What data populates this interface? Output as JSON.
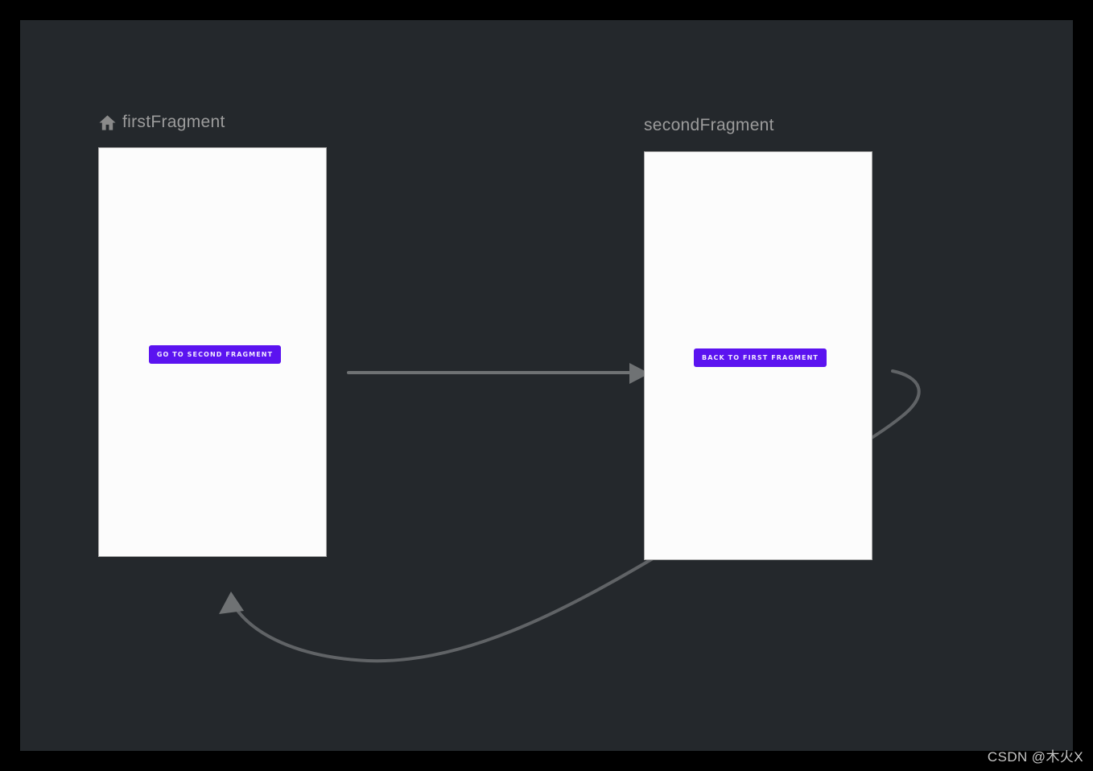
{
  "editor": {
    "type": "navigation-graph",
    "background_color": "#24282c",
    "outer_background_color": "#000000"
  },
  "fragments": [
    {
      "id": "firstFragment",
      "label": "firstFragment",
      "is_start_destination": true,
      "start_icon": "home-icon",
      "button_label": "GO TO SECOND FRAGMENT"
    },
    {
      "id": "secondFragment",
      "label": "secondFragment",
      "is_start_destination": false,
      "button_label": "BACK TO FIRST FRAGMENT"
    }
  ],
  "actions": [
    {
      "from": "firstFragment",
      "to": "secondFragment",
      "shape": "straight-right-arrow"
    },
    {
      "from": "secondFragment",
      "to": "firstFragment",
      "shape": "loop-around-bottom-arrow"
    }
  ],
  "colors": {
    "button_background": "#5b13f0",
    "button_text": "#f2eaff",
    "fragment_label": "#9c9c9c",
    "arrow": "#6a6d6f",
    "card_background": "#fcfcfc"
  },
  "watermark": {
    "text": "CSDN @木火X"
  }
}
